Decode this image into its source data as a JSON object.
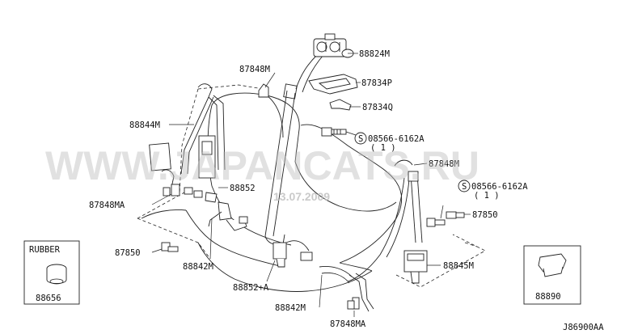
{
  "watermark": {
    "text": "WWW.JAPANCATS.RU",
    "date": "13.07.2009"
  },
  "diagram_code": "J86900AA",
  "inset_rubber": {
    "title": "RUBBER",
    "part": "88656"
  },
  "inset_right": {
    "part": "88890"
  },
  "labels": {
    "p88824M": "88824M",
    "p87848M_top": "87848M",
    "p87834P": "87834P",
    "p87834Q": "87834Q",
    "p88844M": "88844M",
    "p08566_a": "08566-6162A",
    "p08566_a_qty": "( 1 )",
    "p87848M_right": "87848M",
    "p87848MA_left": "87848MA",
    "p88852": "88852",
    "p08566_b": "08566-6162A",
    "p08566_b_qty": "( 1 )",
    "p87850_right": "87850",
    "p87850_left": "87850",
    "p88842M_left": "88842M",
    "p88845M": "88845M",
    "p88852A": "88852+A",
    "p88842M_bottom": "88842M",
    "p87848MA_bottom": "87848MA",
    "screw_symbol_a": "S",
    "screw_symbol_b": "S"
  }
}
